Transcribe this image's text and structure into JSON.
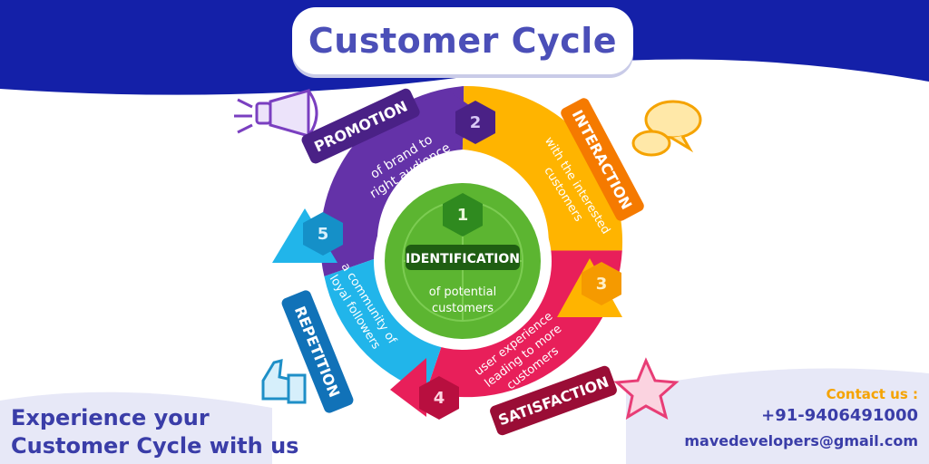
{
  "title": "Customer Cycle",
  "stages": [
    {
      "number": "1",
      "heading": "IDENTIFICATION",
      "line1": "of potential",
      "line2": "customers",
      "color": "#5cb531"
    },
    {
      "number": "2",
      "heading": "PROMOTION",
      "line1": "of brand to",
      "line2": "right audience",
      "color": "#6432a8"
    },
    {
      "number": "3",
      "heading": "INTERACTION",
      "line1": "with the interested",
      "line2": "customers",
      "color": "#ffb400"
    },
    {
      "number": "4",
      "heading": "SATISFACTION",
      "line1": "user experience",
      "line2": "leading to more",
      "line3": "customers",
      "color": "#e81f5a"
    },
    {
      "number": "5",
      "heading": "REPETITION",
      "line1": "a community of",
      "line2": "loyal followers",
      "color": "#21b5ea"
    }
  ],
  "cta": {
    "line1": "Experience your",
    "line2": "Customer Cycle with us"
  },
  "contact": {
    "label": "Contact us :",
    "phone": "+91-9406491000",
    "email": "mavedevelopers@gmail.com"
  },
  "colors": {
    "header": "#1420a8",
    "accent_text": "#3a3da8",
    "contact_label": "#f5a300"
  }
}
